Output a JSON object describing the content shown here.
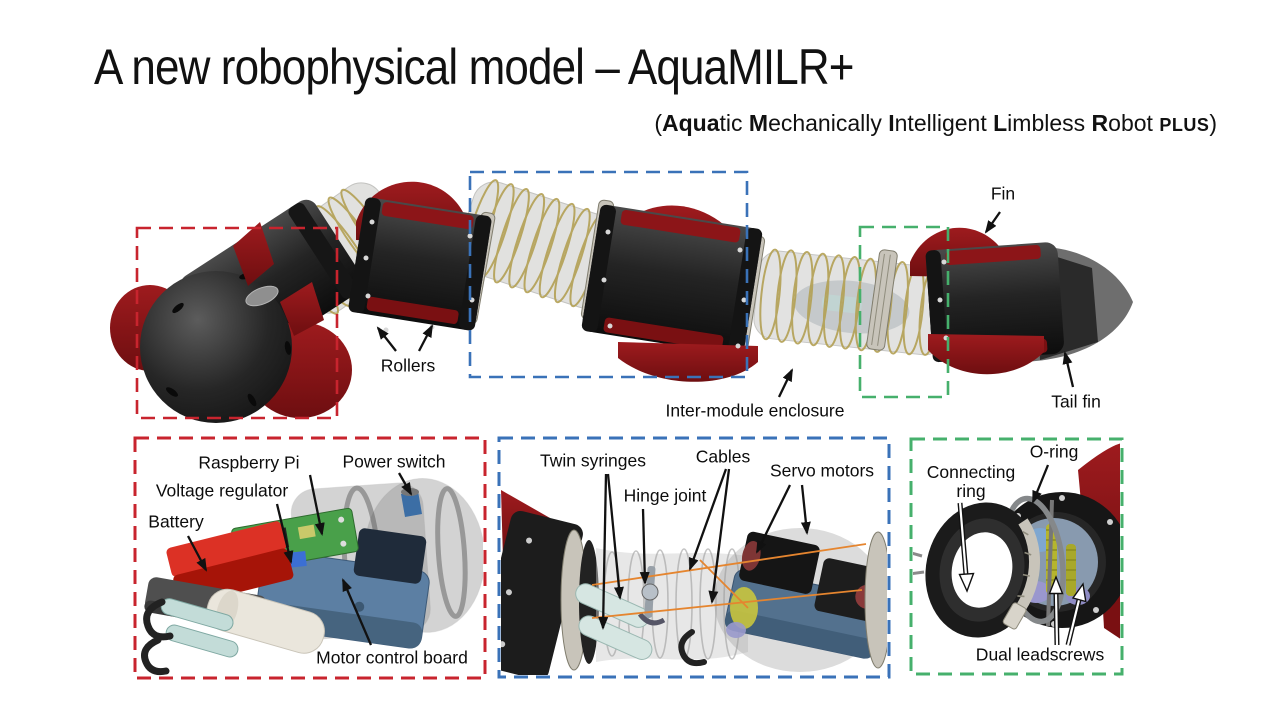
{
  "title": "A new robophysical model – AquaMILR+",
  "subtitle": {
    "segments": [
      {
        "text": "("
      },
      {
        "text": "Aqua",
        "bold": true
      },
      {
        "text": "tic "
      },
      {
        "text": "M",
        "bold": true
      },
      {
        "text": "echanically "
      },
      {
        "text": "I",
        "bold": true
      },
      {
        "text": "ntelligent "
      },
      {
        "text": "L",
        "bold": true
      },
      {
        "text": "imbless "
      },
      {
        "text": "R",
        "bold": true
      },
      {
        "text": "obot "
      },
      {
        "text": "PLUS",
        "bold": true,
        "smallcaps": true
      },
      {
        "text": ")"
      }
    ]
  },
  "colors": {
    "box_red": "#C8242E",
    "box_blue": "#3A72B8",
    "box_green": "#46B06C",
    "fin_red": "#8C1518",
    "cable_orange": "#E5852F"
  },
  "main_labels": {
    "fin": "Fin",
    "rollers": "Rollers",
    "inter_module_enclosure": "Inter-module enclosure",
    "tail_fin": "Tail fin"
  },
  "panels": {
    "internal": {
      "labels": {
        "raspberry_pi": "Raspberry Pi",
        "power_switch": "Power switch",
        "voltage_regulator": "Voltage regulator",
        "battery": "Battery",
        "motor_control_board": "Motor control board"
      }
    },
    "actuation": {
      "labels": {
        "twin_syringes": "Twin syringes",
        "hinge_joint": "Hinge joint",
        "cables": "Cables",
        "servo_motors": "Servo motors"
      }
    },
    "connection": {
      "labels": {
        "o_ring": "O-ring",
        "connecting_ring": "Connecting\nring",
        "dual_leadscrews": "Dual leadscrews"
      }
    }
  }
}
